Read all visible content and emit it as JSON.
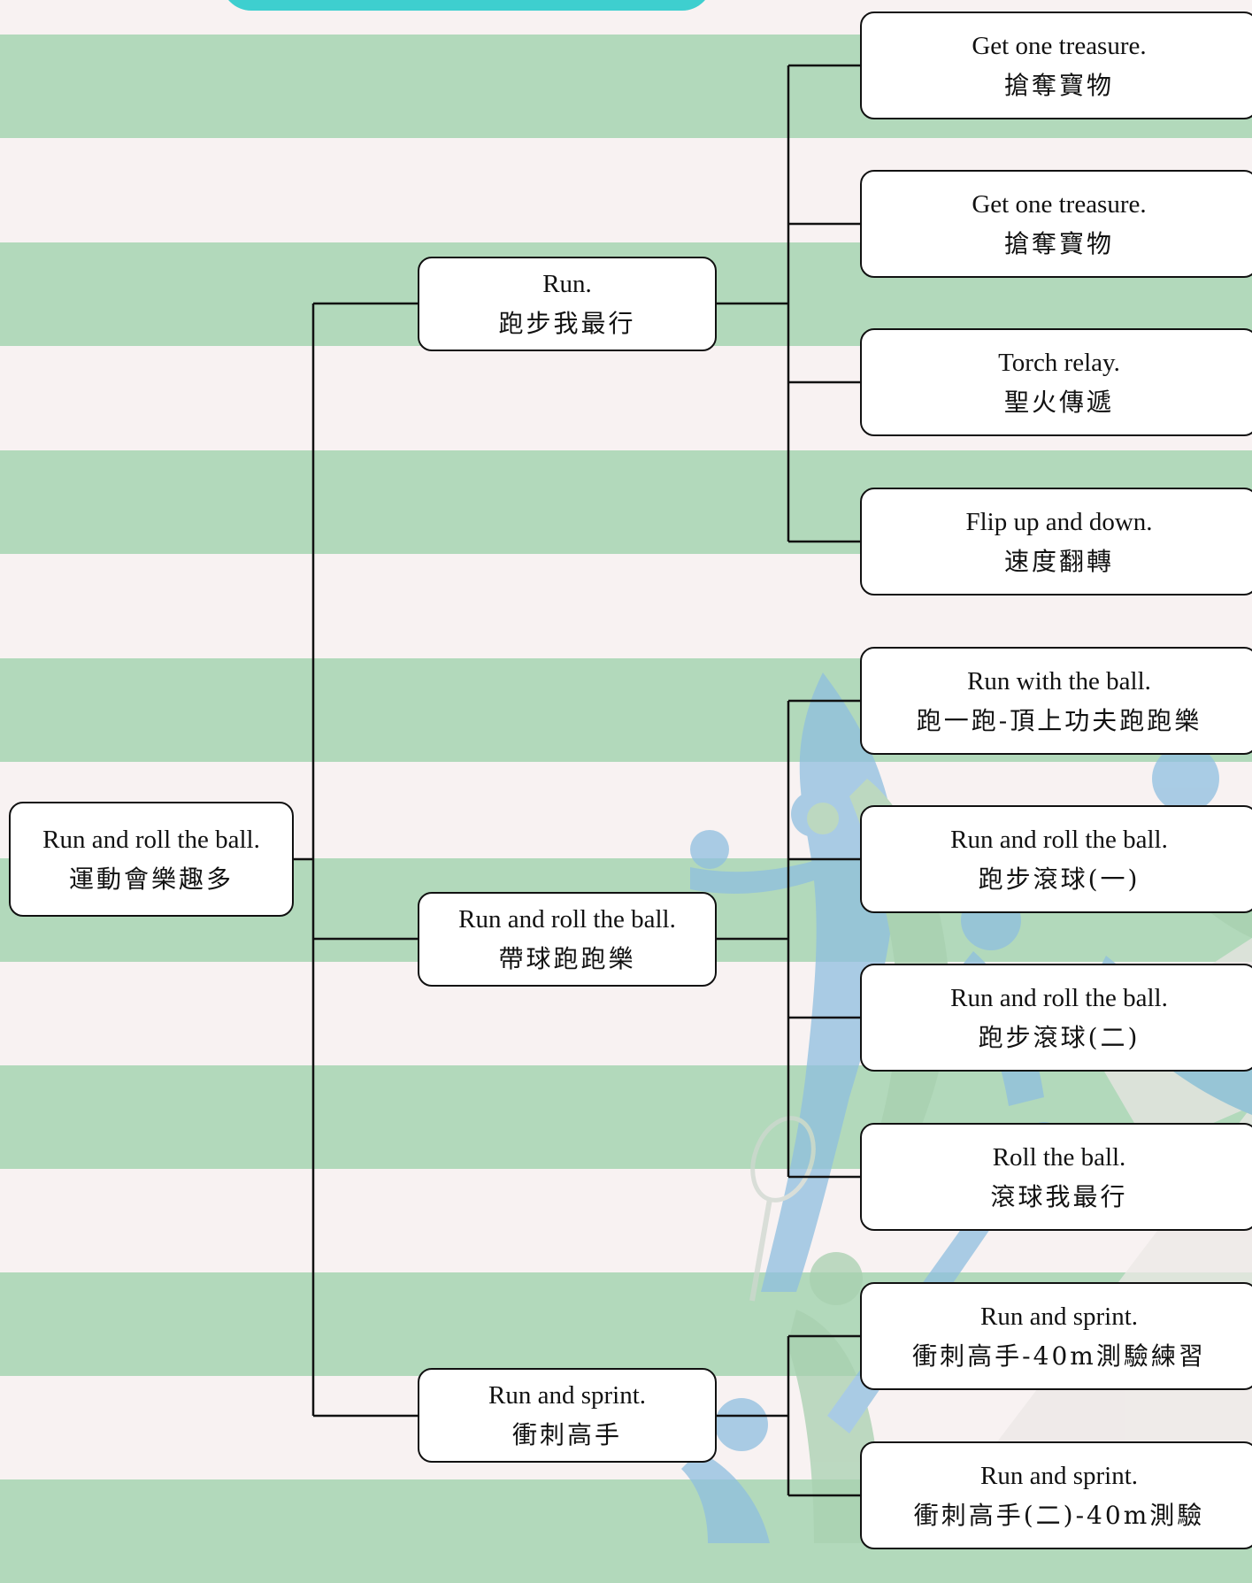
{
  "diagram": {
    "root": {
      "en": "Run and roll the ball.",
      "zh": "運動會樂趣多"
    },
    "branches": [
      {
        "en": "Run.",
        "zh": "跑步我最行",
        "children": [
          {
            "en": "Get one treasure.",
            "zh": "搶奪寶物"
          },
          {
            "en": "Get one treasure.",
            "zh": "搶奪寶物"
          },
          {
            "en": "Torch relay.",
            "zh": "聖火傳遞"
          },
          {
            "en": "Flip up and down.",
            "zh": "速度翻轉"
          }
        ]
      },
      {
        "en": "Run and roll the ball.",
        "zh": "帶球跑跑樂",
        "children": [
          {
            "en": "Run with the ball.",
            "zh": "跑一跑-頂上功夫跑跑樂"
          },
          {
            "en": "Run and roll the ball.",
            "zh": "跑步滾球(一)"
          },
          {
            "en": "Run and roll the ball.",
            "zh": "跑步滾球(二)"
          },
          {
            "en": "Roll the ball.",
            "zh": "滾球我最行"
          }
        ]
      },
      {
        "en": "Run and sprint.",
        "zh": "衝刺高手",
        "children": [
          {
            "en": "Run and sprint.",
            "zh": "衝刺高手-40m測驗練習"
          },
          {
            "en": "Run and sprint.",
            "zh": "衝刺高手(二)-40m測驗"
          }
        ]
      }
    ]
  },
  "colors": {
    "stripe": "#b2d9bb",
    "background": "#f8f2f2",
    "header_bar": "#3ecfcf",
    "silhouette_blue": "#8fbfe0",
    "silhouette_green": "#a8d0b0",
    "node_border": "#111111"
  }
}
